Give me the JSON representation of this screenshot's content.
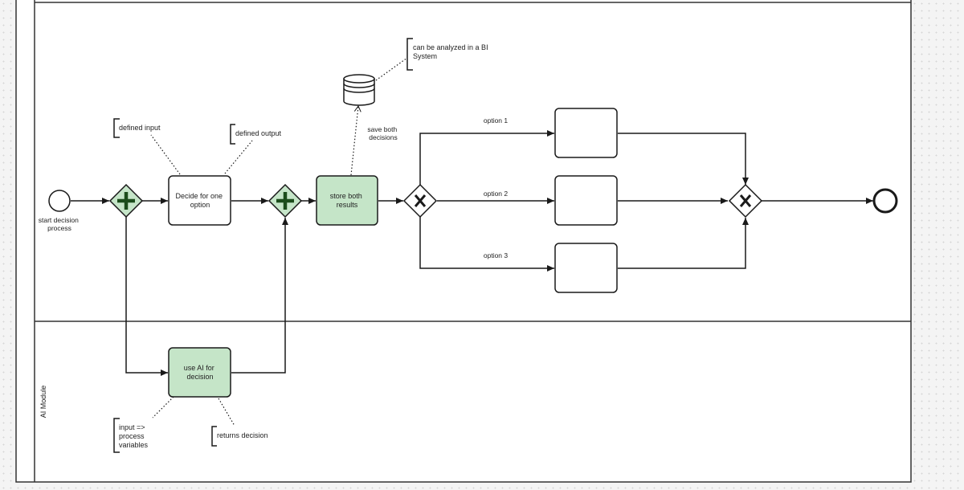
{
  "pool": {
    "lane_top_label": "",
    "lane_bottom_label": "AI Module"
  },
  "events": {
    "start_label": [
      "start decision",
      "process"
    ],
    "end_label": ""
  },
  "tasks": {
    "decide": [
      "Decide for one",
      "option"
    ],
    "store": [
      "store both",
      "results"
    ],
    "ai": [
      "use AI for",
      "decision"
    ],
    "option_task_1": "",
    "option_task_2": "",
    "option_task_3": ""
  },
  "flows": {
    "option_1": "option 1",
    "option_2": "option 2",
    "option_3": "option 3",
    "save_both": [
      "save both",
      "decisions"
    ]
  },
  "annotations": {
    "bi": [
      "can be analyzed in a BI",
      "System"
    ],
    "defined_input": "defined input",
    "defined_output": "defined output",
    "ai_input": [
      "input =>",
      "process",
      "variables"
    ],
    "returns": "returns decision"
  },
  "colors": {
    "green_fill": "#c5e5c8",
    "stroke": "#1a1a1a",
    "gateway_plus": "#1b4d1b"
  }
}
